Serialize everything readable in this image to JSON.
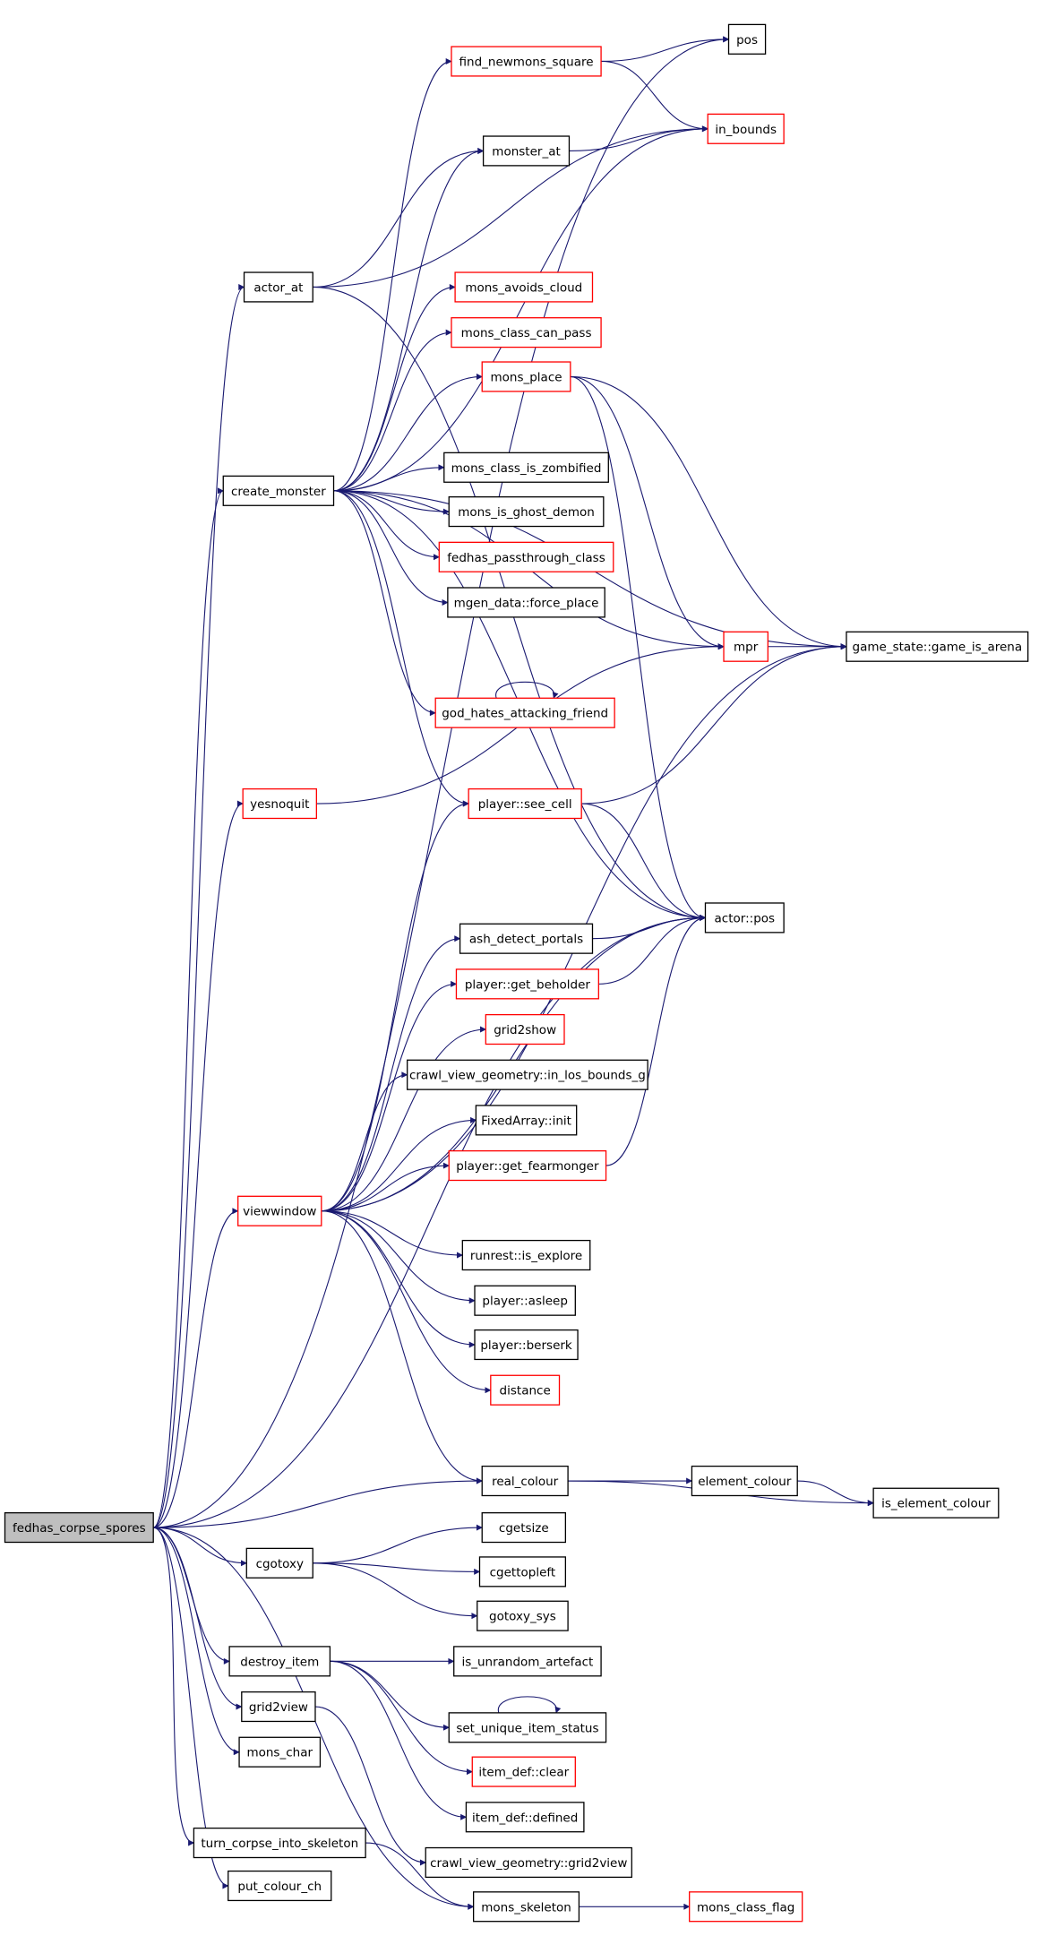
{
  "title": "",
  "colors": {
    "edge": "#191970",
    "normal_border": "#000000",
    "linked_border": "#ff0000",
    "root_fill": "#bfbfbf"
  },
  "nodes": [
    {
      "id": "fedhas_corpse_spores",
      "label": "fedhas_corpse_spores",
      "style": "root"
    },
    {
      "id": "actor_at",
      "label": "actor_at",
      "style": "normal"
    },
    {
      "id": "create_monster",
      "label": "create_monster",
      "style": "normal"
    },
    {
      "id": "yesnoquit",
      "label": "yesnoquit",
      "style": "red"
    },
    {
      "id": "viewwindow",
      "label": "viewwindow",
      "style": "red"
    },
    {
      "id": "cgotoxy",
      "label": "cgotoxy",
      "style": "normal"
    },
    {
      "id": "destroy_item",
      "label": "destroy_item",
      "style": "normal"
    },
    {
      "id": "grid2view",
      "label": "grid2view",
      "style": "normal"
    },
    {
      "id": "mons_char",
      "label": "mons_char",
      "style": "normal"
    },
    {
      "id": "turn_corpse_into_skeleton",
      "label": "turn_corpse_into_skeleton",
      "style": "normal"
    },
    {
      "id": "put_colour_ch",
      "label": "put_colour_ch",
      "style": "normal"
    },
    {
      "id": "pos",
      "label": "pos",
      "style": "normal"
    },
    {
      "id": "find_newmons_square",
      "label": "find_newmons_square",
      "style": "red"
    },
    {
      "id": "in_bounds",
      "label": "in_bounds",
      "style": "red"
    },
    {
      "id": "monster_at",
      "label": "monster_at",
      "style": "normal"
    },
    {
      "id": "mons_avoids_cloud",
      "label": "mons_avoids_cloud",
      "style": "red"
    },
    {
      "id": "mons_class_can_pass",
      "label": "mons_class_can_pass",
      "style": "red"
    },
    {
      "id": "mons_place",
      "label": "mons_place",
      "style": "red"
    },
    {
      "id": "mons_class_is_zombified",
      "label": "mons_class_is_zombified",
      "style": "normal"
    },
    {
      "id": "mons_is_ghost_demon",
      "label": "mons_is_ghost_demon",
      "style": "normal"
    },
    {
      "id": "fedhas_passthrough_class",
      "label": "fedhas_passthrough_class",
      "style": "red"
    },
    {
      "id": "mgen_data_force_place",
      "label": "mgen_data::force_place",
      "style": "normal"
    },
    {
      "id": "mpr",
      "label": "mpr",
      "style": "red"
    },
    {
      "id": "game_is_arena",
      "label": "game_state::game_is_arena",
      "style": "normal"
    },
    {
      "id": "god_hates_attacking_friend",
      "label": "god_hates_attacking_friend",
      "style": "red"
    },
    {
      "id": "player_see_cell",
      "label": "player::see_cell",
      "style": "red"
    },
    {
      "id": "actor_pos",
      "label": "actor::pos",
      "style": "normal"
    },
    {
      "id": "ash_detect_portals",
      "label": "ash_detect_portals",
      "style": "normal"
    },
    {
      "id": "player_get_beholder",
      "label": "player::get_beholder",
      "style": "red"
    },
    {
      "id": "grid2show",
      "label": "grid2show",
      "style": "red"
    },
    {
      "id": "in_los_bounds_g",
      "label": "crawl_view_geometry::in_los_bounds_g",
      "style": "normal"
    },
    {
      "id": "fixedarray_init",
      "label": "FixedArray::init",
      "style": "normal"
    },
    {
      "id": "player_get_fearmonger",
      "label": "player::get_fearmonger",
      "style": "red"
    },
    {
      "id": "runrest_is_explore",
      "label": "runrest::is_explore",
      "style": "normal"
    },
    {
      "id": "player_asleep",
      "label": "player::asleep",
      "style": "normal"
    },
    {
      "id": "player_berserk",
      "label": "player::berserk",
      "style": "normal"
    },
    {
      "id": "distance",
      "label": "distance",
      "style": "red"
    },
    {
      "id": "real_colour",
      "label": "real_colour",
      "style": "normal"
    },
    {
      "id": "element_colour",
      "label": "element_colour",
      "style": "normal"
    },
    {
      "id": "is_element_colour",
      "label": "is_element_colour",
      "style": "normal"
    },
    {
      "id": "cgetsize",
      "label": "cgetsize",
      "style": "normal"
    },
    {
      "id": "cgettopleft",
      "label": "cgettopleft",
      "style": "normal"
    },
    {
      "id": "gotoxy_sys",
      "label": "gotoxy_sys",
      "style": "normal"
    },
    {
      "id": "is_unrandom_artefact",
      "label": "is_unrandom_artefact",
      "style": "normal"
    },
    {
      "id": "set_unique_item_status",
      "label": "set_unique_item_status",
      "style": "normal"
    },
    {
      "id": "item_def_clear",
      "label": "item_def::clear",
      "style": "red"
    },
    {
      "id": "item_def_defined",
      "label": "item_def::defined",
      "style": "normal"
    },
    {
      "id": "cvg_grid2view",
      "label": "crawl_view_geometry::grid2view",
      "style": "normal"
    },
    {
      "id": "mons_skeleton",
      "label": "mons_skeleton",
      "style": "normal"
    },
    {
      "id": "mons_class_flag",
      "label": "mons_class_flag",
      "style": "red"
    }
  ],
  "edges": [
    [
      "fedhas_corpse_spores",
      "actor_at"
    ],
    [
      "fedhas_corpse_spores",
      "create_monster"
    ],
    [
      "fedhas_corpse_spores",
      "yesnoquit"
    ],
    [
      "fedhas_corpse_spores",
      "viewwindow"
    ],
    [
      "fedhas_corpse_spores",
      "cgotoxy"
    ],
    [
      "fedhas_corpse_spores",
      "destroy_item"
    ],
    [
      "fedhas_corpse_spores",
      "grid2view"
    ],
    [
      "fedhas_corpse_spores",
      "mons_char"
    ],
    [
      "fedhas_corpse_spores",
      "turn_corpse_into_skeleton"
    ],
    [
      "fedhas_corpse_spores",
      "put_colour_ch"
    ],
    [
      "fedhas_corpse_spores",
      "pos"
    ],
    [
      "fedhas_corpse_spores",
      "actor_pos"
    ],
    [
      "fedhas_corpse_spores",
      "real_colour"
    ],
    [
      "fedhas_corpse_spores",
      "mons_skeleton"
    ],
    [
      "actor_at",
      "in_bounds"
    ],
    [
      "actor_at",
      "monster_at"
    ],
    [
      "actor_at",
      "actor_pos"
    ],
    [
      "create_monster",
      "find_newmons_square"
    ],
    [
      "create_monster",
      "in_bounds"
    ],
    [
      "create_monster",
      "monster_at"
    ],
    [
      "create_monster",
      "game_is_arena"
    ],
    [
      "create_monster",
      "mons_avoids_cloud"
    ],
    [
      "create_monster",
      "mons_class_can_pass"
    ],
    [
      "create_monster",
      "mons_place"
    ],
    [
      "create_monster",
      "mons_class_is_zombified"
    ],
    [
      "create_monster",
      "mons_is_ghost_demon"
    ],
    [
      "create_monster",
      "fedhas_passthrough_class"
    ],
    [
      "create_monster",
      "mgen_data_force_place"
    ],
    [
      "create_monster",
      "mpr"
    ],
    [
      "create_monster",
      "god_hates_attacking_friend"
    ],
    [
      "create_monster",
      "player_see_cell"
    ],
    [
      "create_monster",
      "actor_pos"
    ],
    [
      "find_newmons_square",
      "pos"
    ],
    [
      "find_newmons_square",
      "in_bounds"
    ],
    [
      "monster_at",
      "in_bounds"
    ],
    [
      "mons_place",
      "mpr"
    ],
    [
      "mons_place",
      "game_is_arena"
    ],
    [
      "mons_place",
      "actor_pos"
    ],
    [
      "god_hates_attacking_friend",
      "god_hates_attacking_friend"
    ],
    [
      "yesnoquit",
      "mpr"
    ],
    [
      "mpr",
      "game_is_arena"
    ],
    [
      "player_see_cell",
      "game_is_arena"
    ],
    [
      "player_see_cell",
      "actor_pos"
    ],
    [
      "viewwindow",
      "player_see_cell"
    ],
    [
      "viewwindow",
      "ash_detect_portals"
    ],
    [
      "viewwindow",
      "player_get_beholder"
    ],
    [
      "viewwindow",
      "grid2show"
    ],
    [
      "viewwindow",
      "in_los_bounds_g"
    ],
    [
      "viewwindow",
      "fixedarray_init"
    ],
    [
      "viewwindow",
      "player_get_fearmonger"
    ],
    [
      "viewwindow",
      "actor_pos"
    ],
    [
      "viewwindow",
      "runrest_is_explore"
    ],
    [
      "viewwindow",
      "player_asleep"
    ],
    [
      "viewwindow",
      "player_berserk"
    ],
    [
      "viewwindow",
      "distance"
    ],
    [
      "viewwindow",
      "game_is_arena"
    ],
    [
      "viewwindow",
      "real_colour"
    ],
    [
      "ash_detect_portals",
      "actor_pos"
    ],
    [
      "player_get_beholder",
      "actor_pos"
    ],
    [
      "player_get_fearmonger",
      "actor_pos"
    ],
    [
      "real_colour",
      "element_colour"
    ],
    [
      "real_colour",
      "is_element_colour"
    ],
    [
      "element_colour",
      "is_element_colour"
    ],
    [
      "cgotoxy",
      "cgetsize"
    ],
    [
      "cgotoxy",
      "cgettopleft"
    ],
    [
      "cgotoxy",
      "gotoxy_sys"
    ],
    [
      "destroy_item",
      "is_unrandom_artefact"
    ],
    [
      "destroy_item",
      "set_unique_item_status"
    ],
    [
      "destroy_item",
      "item_def_clear"
    ],
    [
      "destroy_item",
      "item_def_defined"
    ],
    [
      "set_unique_item_status",
      "set_unique_item_status"
    ],
    [
      "grid2view",
      "cvg_grid2view"
    ],
    [
      "turn_corpse_into_skeleton",
      "mons_skeleton"
    ],
    [
      "mons_skeleton",
      "mons_class_flag"
    ]
  ]
}
